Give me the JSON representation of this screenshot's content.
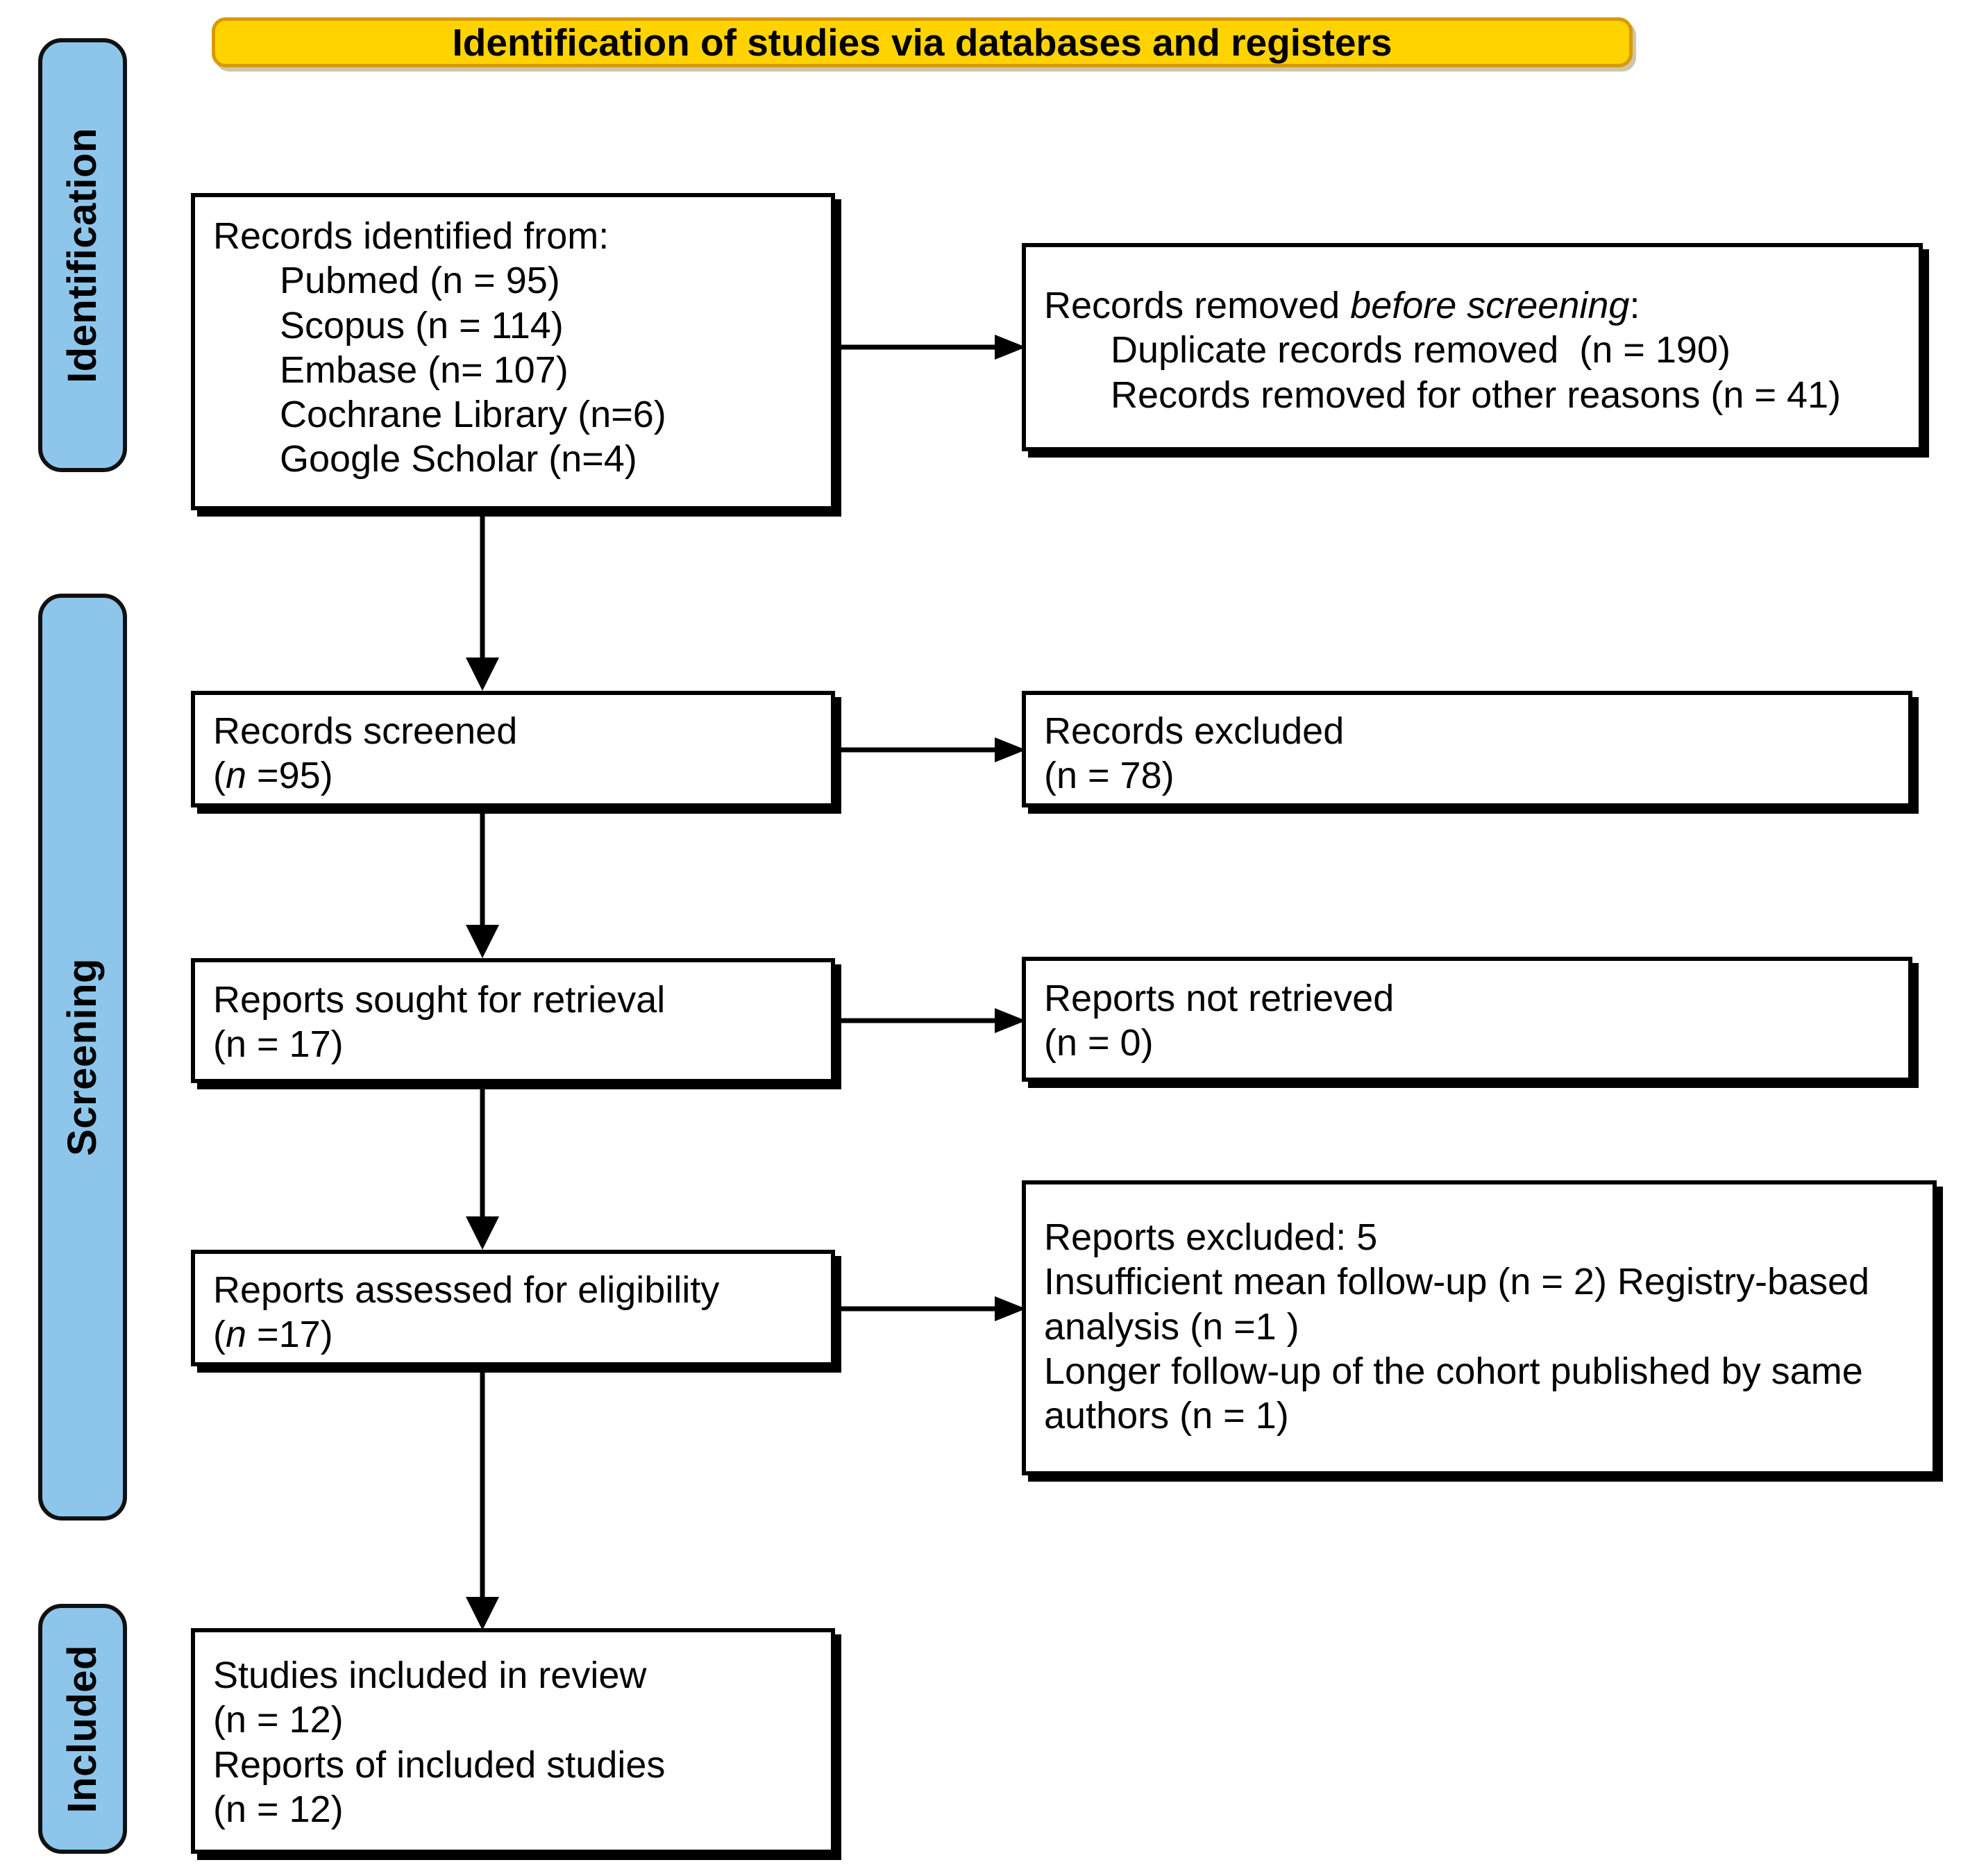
{
  "banner": {
    "title": "Identification of studies via databases and registers"
  },
  "stages": [
    {
      "key": "identification",
      "label": "Identification"
    },
    {
      "key": "screening",
      "label": "Screening"
    },
    {
      "key": "included",
      "label": "Included"
    }
  ],
  "boxes": {
    "records_identified": {
      "heading": "Records identified from:",
      "items": [
        "Pubmed (n = 95)",
        "Scopus (n = 114)",
        "Embase (n= 107)",
        "Cochrane Library (n=6)",
        "Google Scholar (n=4)"
      ]
    },
    "records_removed": {
      "heading_prefix": "Records removed ",
      "heading_italic": "before screening",
      "heading_suffix": ":",
      "items": [
        "Duplicate records removed  (n = 190)",
        "Records removed for other reasons (n = 41)"
      ]
    },
    "records_screened": {
      "label": "Records screened",
      "count_open": "(",
      "count_italic_n": "n",
      "count_rest": " =95)"
    },
    "records_excluded": {
      "label": "Records excluded",
      "count": "(n = 78)"
    },
    "reports_sought": {
      "label": "Reports sought for retrieval",
      "count": "(n = 17)"
    },
    "reports_not_retrieved": {
      "label": "Reports not retrieved",
      "count": "(n = 0)"
    },
    "reports_assessed": {
      "label": "Reports assessed for eligibility",
      "count_open": "(",
      "count_italic_n": "n",
      "count_rest": " =17)"
    },
    "reports_excluded": {
      "heading": "Reports excluded: 5",
      "reasons": [
        "Insufficient mean follow-up (n = 2)    Registry-based analysis (n =1 )",
        "Longer follow-up of the cohort published by same authors (n = 1)"
      ]
    },
    "studies_included": {
      "line1": "Studies included in review",
      "line2": "(n = 12)",
      "line3": "Reports of included studies",
      "line4": "(n = 12)"
    }
  },
  "colors": {
    "banner_fill": "#FFD300",
    "banner_border": "#D79A00",
    "stage_fill": "#8DC6EA",
    "box_border": "#000000",
    "arrow": "#000000"
  }
}
